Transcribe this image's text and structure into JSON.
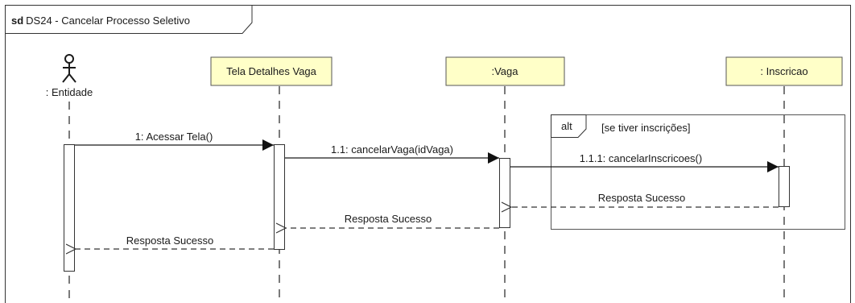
{
  "diagram": {
    "keyword": "sd",
    "title": "DS24 - Cancelar Processo Seletivo"
  },
  "colors": {
    "participant_fill": "#ffffc8",
    "participant_border": "#555555",
    "line": "#1a1a1a"
  },
  "actor": {
    "label": ": Entidade",
    "icon": "stick-figure-actor-icon"
  },
  "participants": [
    {
      "label": "Tela Detalhes Vaga"
    },
    {
      "label": ":Vaga"
    },
    {
      "label": ": Inscricao"
    }
  ],
  "alt_fragment": {
    "operator": "alt",
    "guard": "[se tiver inscrições]"
  },
  "messages": [
    {
      "label": "1: Acessar Tela()",
      "kind": "sync"
    },
    {
      "label": "1.1: cancelarVaga(idVaga)",
      "kind": "sync"
    },
    {
      "label": "1.1.1: cancelarInscricoes()",
      "kind": "sync"
    },
    {
      "label": "Resposta Sucesso",
      "kind": "return"
    },
    {
      "label": "Resposta Sucesso",
      "kind": "return"
    },
    {
      "label": "Resposta Sucesso",
      "kind": "return"
    }
  ]
}
